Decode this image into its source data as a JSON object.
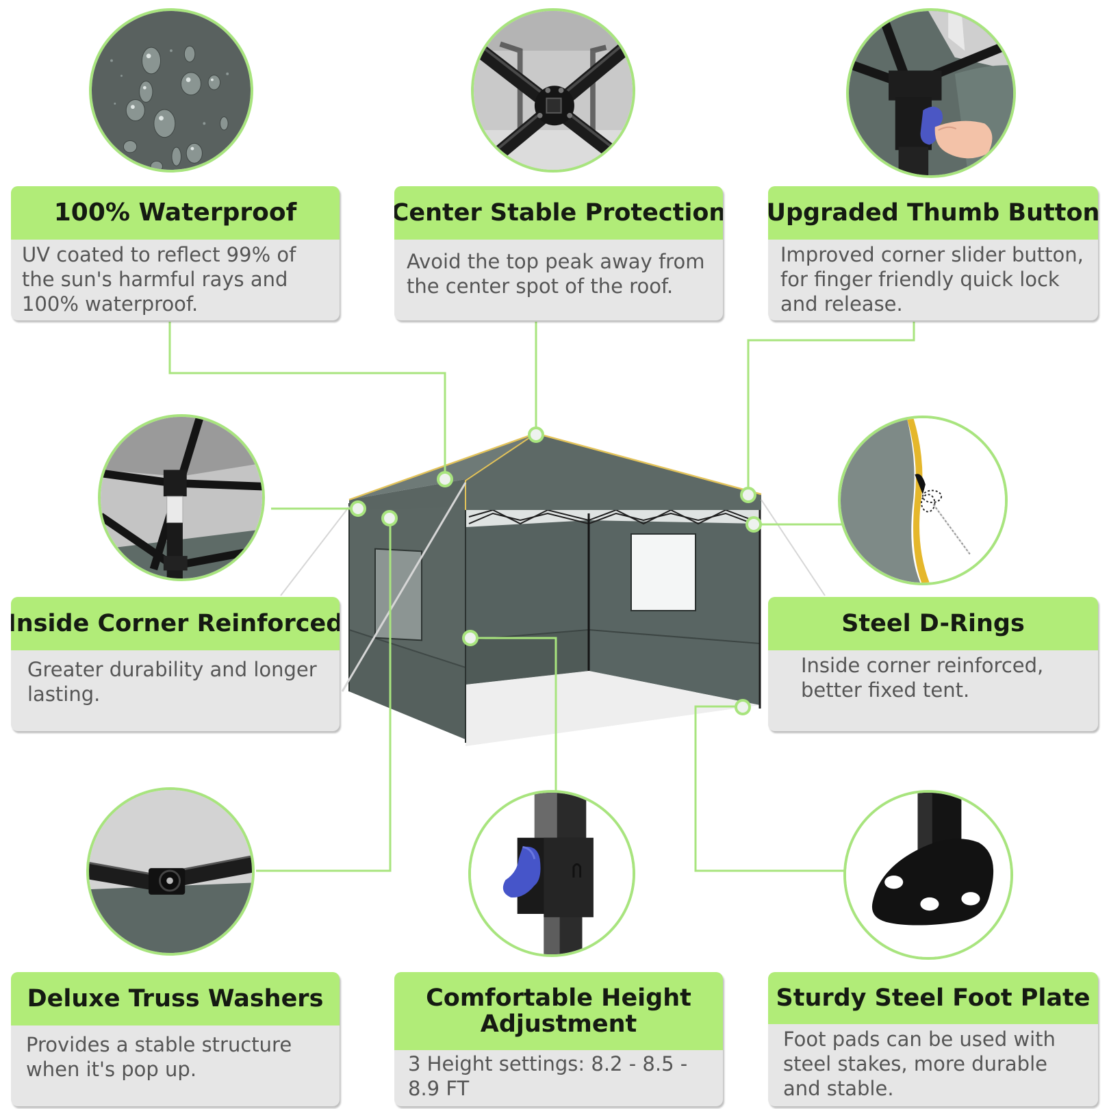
{
  "colors": {
    "title_bar": "#b1ec78",
    "desc_bg": "#e6e6e6",
    "title_text": "#151a12",
    "desc_text": "#555555",
    "connector": "#a8e47e",
    "tent_fabric": "#5f6a67",
    "tent_trim": "#e3c35a"
  },
  "features": [
    {
      "id": "waterproof",
      "title": "100% Waterproof",
      "description": "UV coated to reflect 99% of the sun's harmful rays and 100% waterproof.",
      "photo_icon": "water-droplets-photo"
    },
    {
      "id": "center-stable",
      "title": "Center Stable Protection",
      "description": "Avoid the top peak away from the center spot of the roof.",
      "photo_icon": "center-hub-photo"
    },
    {
      "id": "thumb-button",
      "title": "Upgraded Thumb Button",
      "description": "Improved corner slider button, for finger friendly quick lock and release.",
      "photo_icon": "thumb-button-photo"
    },
    {
      "id": "inside-corner",
      "title": "Inside Corner Reinforced",
      "description": "Greater durability and longer lasting.",
      "photo_icon": "corner-bracket-photo"
    },
    {
      "id": "d-rings",
      "title": "Steel D-Rings",
      "description": "Inside corner reinforced, better fixed tent.",
      "photo_icon": "d-ring-rope-photo"
    },
    {
      "id": "truss-washers",
      "title": "Deluxe Truss Washers",
      "description": "Provides a stable structure when it's pop up.",
      "photo_icon": "truss-washer-photo"
    },
    {
      "id": "height-adjust",
      "title": "Comfortable Height Adjustment",
      "description": "3 Height settings: 8.2 - 8.5 - 8.9 FT",
      "photo_icon": "height-lock-photo"
    },
    {
      "id": "foot-plate",
      "title": "Sturdy Steel Foot Plate",
      "description": "Foot pads can be used with steel stakes, more durable and stable.",
      "photo_icon": "foot-plate-photo"
    }
  ],
  "product": {
    "image_label": "canopy-tent-with-sidewalls",
    "height_settings_ft": [
      8.2,
      8.5,
      8.9
    ]
  }
}
